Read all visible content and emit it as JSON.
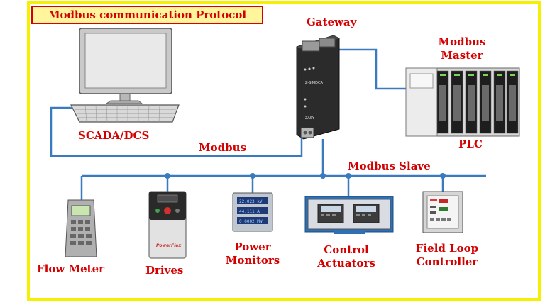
{
  "title": "Modbus communication Protocol",
  "labels": {
    "gateway": "Gateway",
    "modbus_master": "Modbus Master",
    "scada": "SCADA/DCS",
    "modbus_link": "Modbus",
    "plc": "PLC",
    "modbus_slave": "Modbus Slave",
    "flow_meter": "Flow Meter",
    "drives": "Drives",
    "power_monitors": "Power Monitors",
    "control_actuators": "Control Actuators",
    "field_loop_controller": "Field Loop Controller"
  },
  "devices": {
    "power_monitor_readings": [
      "22.023 kV",
      "44.111 A",
      "0.0002 MW"
    ],
    "drive_brand": "PowerFlex",
    "gateway_marks": [
      "Z-SIMDCA",
      "ZASY"
    ]
  },
  "colors": {
    "frame": "#f5f000",
    "title_fill": "#fff59d",
    "label_red": "#d40000",
    "bus_blue": "#3a7bbf"
  }
}
